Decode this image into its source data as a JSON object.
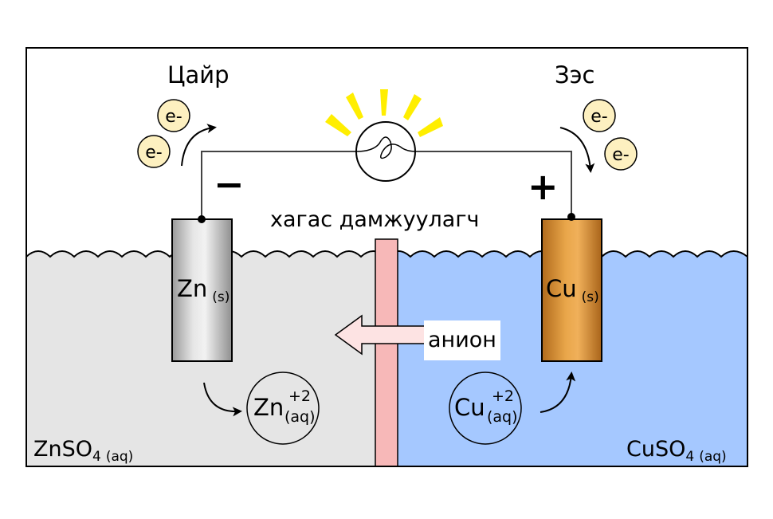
{
  "labels": {
    "zinc_title": "Цайр",
    "copper_title": "Зэс",
    "salt_bridge": "хагас дамжуулагч",
    "anion": "анион",
    "minus": "−",
    "plus": "+",
    "electron": "e-"
  },
  "electrodes": {
    "zn": {
      "symbol": "Zn",
      "state": "(s)"
    },
    "cu": {
      "symbol": "Cu",
      "state": "(s)"
    }
  },
  "ions": {
    "zn": {
      "symbol": "Zn",
      "charge": "+2",
      "state": "(aq)"
    },
    "cu": {
      "symbol": "Cu",
      "charge": "+2",
      "state": "(aq)"
    }
  },
  "solutions": {
    "left": {
      "formula": "ZnSO",
      "subscript": "4",
      "state": "(aq)"
    },
    "right": {
      "formula": "CuSO",
      "subscript": "4",
      "state": "(aq)"
    }
  },
  "colors": {
    "left_solution": "#e5e5e5",
    "right_solution": "#a5c8ff",
    "salt_bridge": "#f7b8b8",
    "electron_fill": "#fdf0c0",
    "light_rays": "#ffee00",
    "anion_arrow": "#fde3e3",
    "copper": "#d9963c",
    "zinc": "#c8c8c8"
  }
}
